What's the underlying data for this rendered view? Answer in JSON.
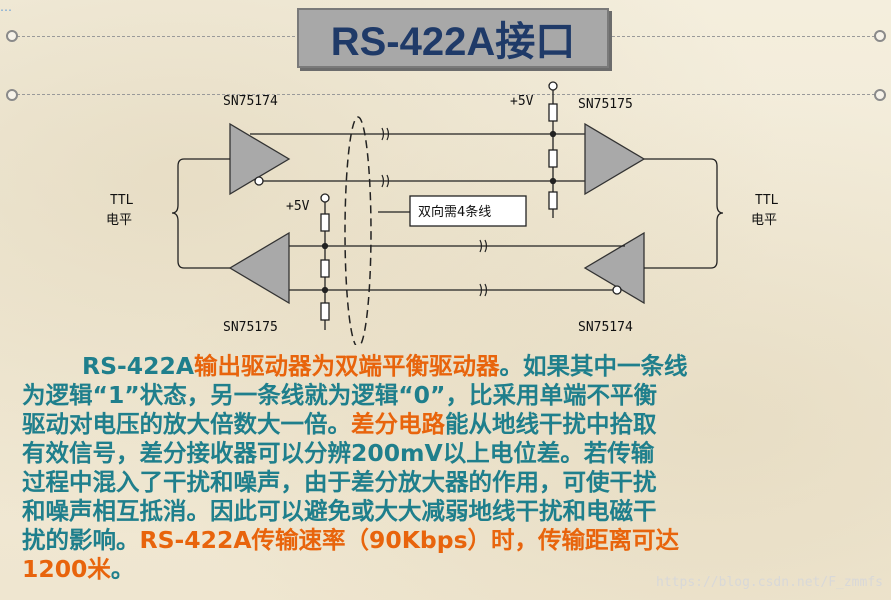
{
  "top_left_fragment": "…",
  "title": "RS-422A接口",
  "diagram": {
    "labels": {
      "sn_top_left": "SN75174",
      "sn_top_right": "SN75175",
      "sn_bottom_left": "SN75175",
      "sn_bottom_right": "SN75174",
      "plus5v_top": "+5V",
      "plus5v_mid": "+5V",
      "ttl_left_1": "TTL",
      "ttl_left_2": "电平",
      "ttl_right_1": "TTL",
      "ttl_right_2": "电平",
      "callout": "双向需4条线"
    }
  },
  "paragraph": {
    "lines": [
      [
        {
          "t": "RS-422A",
          "c": "teal"
        },
        {
          "t": "输出驱动器为双端平衡驱动器",
          "c": "orange"
        },
        {
          "t": "。如果其中一条线",
          "c": "teal"
        }
      ],
      [
        {
          "t": "为逻辑“1”状态，另一条线就为逻辑“0”，比采用单端不平衡",
          "c": "teal"
        }
      ],
      [
        {
          "t": "驱动对电压的放大倍数大一倍。",
          "c": "teal"
        },
        {
          "t": "差分电路",
          "c": "orange"
        },
        {
          "t": "能从地线干扰中拾取",
          "c": "teal"
        }
      ],
      [
        {
          "t": "有效信号，差分接收器可以分辨200mV以上电位差。若传输",
          "c": "teal"
        }
      ],
      [
        {
          "t": "过程中混入了干扰和噪声，由于差分放大器的作用，可使干扰",
          "c": "teal"
        }
      ],
      [
        {
          "t": "和噪声相互抵消。因此可以避免或大大减弱地线干扰和电磁干",
          "c": "teal"
        }
      ],
      [
        {
          "t": "扰的影响。",
          "c": "teal"
        },
        {
          "t": "RS-422A传输速率（90Kbps）时，传输距离可达",
          "c": "orange"
        }
      ],
      [
        {
          "t": "1200米",
          "c": "orange"
        },
        {
          "t": "。",
          "c": "teal"
        }
      ]
    ]
  },
  "watermark": "https://blog.csdn.net/F_zmmfs",
  "colors": {
    "teal": "#1f7f8c",
    "orange": "#e8640c",
    "title": "#1f3a68",
    "gate_fill": "#a9a9a9"
  }
}
